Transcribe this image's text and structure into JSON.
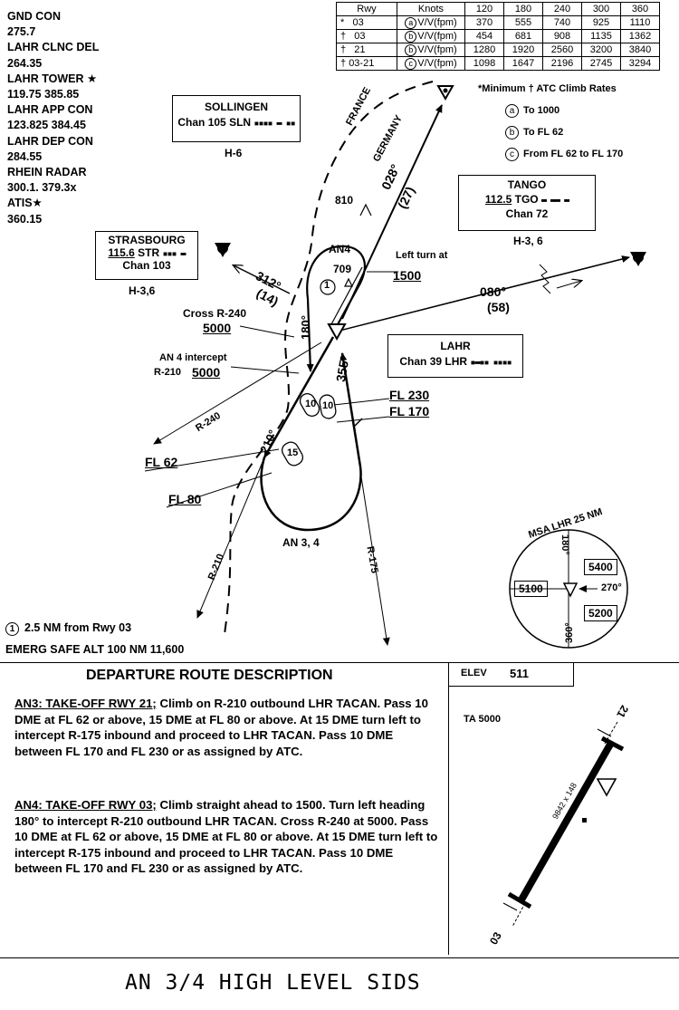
{
  "frequencies": [
    {
      "name": "GND CON",
      "value": "275.7"
    },
    {
      "name": "LAHR CLNC DEL",
      "value": "264.35"
    },
    {
      "name": "LAHR TOWER ★",
      "value": "119.75   385.85"
    },
    {
      "name": "LAHR APP CON",
      "value": "123.825   384.45"
    },
    {
      "name": "LAHR DEP CON",
      "value": "284.55"
    },
    {
      "name": "RHEIN RADAR",
      "value": "300.1.  379.3x"
    },
    {
      "name": "ATIS★",
      "value": "360.15"
    }
  ],
  "climb_table": {
    "headers": [
      "Rwy",
      "Knots",
      "120",
      "180",
      "240",
      "300",
      "360"
    ],
    "rows": [
      {
        "mark": "*",
        "rwy": "03",
        "note": "a",
        "unit": "V/V(fpm)",
        "values": [
          "370",
          "555",
          "740",
          "925",
          "1110"
        ]
      },
      {
        "mark": "†",
        "rwy": "03",
        "note": "b",
        "unit": "V/V(fpm)",
        "values": [
          "454",
          "681",
          "908",
          "1135",
          "1362"
        ]
      },
      {
        "mark": "†",
        "rwy": "21",
        "note": "b",
        "unit": "V/V(fpm)",
        "values": [
          "1280",
          "1920",
          "2560",
          "3200",
          "3840"
        ]
      },
      {
        "mark": "†",
        "rwy": "03-21",
        "note": "c",
        "unit": "V/V(fpm)",
        "values": [
          "1098",
          "1647",
          "2196",
          "2745",
          "3294"
        ]
      }
    ]
  },
  "notes": {
    "header": "*Minimum † ATC Climb Rates",
    "items": [
      {
        "key": "a",
        "text": "To 1000"
      },
      {
        "key": "b",
        "text": "To FL 62"
      },
      {
        "key": "c",
        "text": "From FL 62 to FL 170"
      }
    ]
  },
  "navaids": {
    "sollingen": {
      "name": "SOLLINGEN",
      "chan": "Chan 105 SLN",
      "chart": "H-6"
    },
    "tango": {
      "name": "TANGO",
      "freq": "112.5",
      "ident": "TGO",
      "chan": "Chan 72",
      "chart": "H-3, 6"
    },
    "strasbourg": {
      "name": "STRASBOURG",
      "freq": "115.6",
      "ident": "STR",
      "chan": "Chan 103",
      "chart": "H-3,6"
    },
    "lahr": {
      "name": "LAHR",
      "chan": "Chan 39 LHR"
    }
  },
  "map_labels": {
    "france": "FRANCE",
    "germany": "GERMANY",
    "elev_810": "810",
    "elev_709": "709",
    "an4": "AN4",
    "left_turn": "Left turn at",
    "left_turn_alt": "1500",
    "cross_r240": "Cross R-240",
    "cross_r240_alt": "5000",
    "an4_intercept": "AN 4 intercept",
    "r210_label": "R-210",
    "r210_alt": "5000",
    "r240": "R-240",
    "fl62": "FL 62",
    "fl80": "FL 80",
    "fl230": "FL 230",
    "fl170": "FL 170",
    "an34": "AN 3, 4",
    "r210_lower": "R-210",
    "r175": "R-175",
    "hdg_028": "028°",
    "hdg_028_dist": "(27)",
    "hdg_312": "312°",
    "hdg_312_dist": "(14)",
    "hdg_080": "080°",
    "hdg_080_dist": "(58)",
    "hdg_180": "180°",
    "hdg_355": "355°",
    "hdg_210": "210°",
    "dme_10a": "10",
    "dme_10b": "10",
    "dme_15": "15",
    "note_one": "1"
  },
  "msa": {
    "title": "MSA LHR 25 NM",
    "bearing_180": "180°",
    "bearing_270": "270°",
    "bearing_360": "360°",
    "alt_ne": "5400",
    "alt_w": "5100",
    "alt_se": "5200"
  },
  "footnote": {
    "marker": "1",
    "text": "2.5 NM from Rwy 03",
    "emerg": "EMERG SAFE ALT 100 NM 11,600"
  },
  "description": {
    "title": "DEPARTURE ROUTE DESCRIPTION",
    "an3_head": "AN3: TAKE-OFF RWY 21;",
    "an3_body": " Climb on R-210 outbound LHR TACAN. Pass 10 DME at FL 62 or above, 15 DME at FL 80 or above. At 15 DME turn left to intercept R-175 inbound and proceed to LHR TACAN. Pass 10 DME between FL 170 and FL 230 or as assigned by ATC.",
    "an4_head": "AN4: TAKE-OFF RWY 03;",
    "an4_body": " Climb straight ahead to 1500. Turn left heading 180° to intercept R-210 outbound LHR TACAN. Cross R-240 at 5000. Pass 10 DME at FL 62 or above, 15 DME at FL 80 or above. At 15 DME turn left to intercept R-175 inbound and proceed to LHR TACAN. Pass 10 DME between FL 170 and FL 230 or as assigned by ATC."
  },
  "airport": {
    "elev_label": "ELEV",
    "elev": "511",
    "ta": "TA 5000",
    "rwy_top": "21",
    "rwy_bottom": "03",
    "rwy_dims": "9842 x 148"
  },
  "title": "AN 3/4  HIGH LEVEL SIDS"
}
